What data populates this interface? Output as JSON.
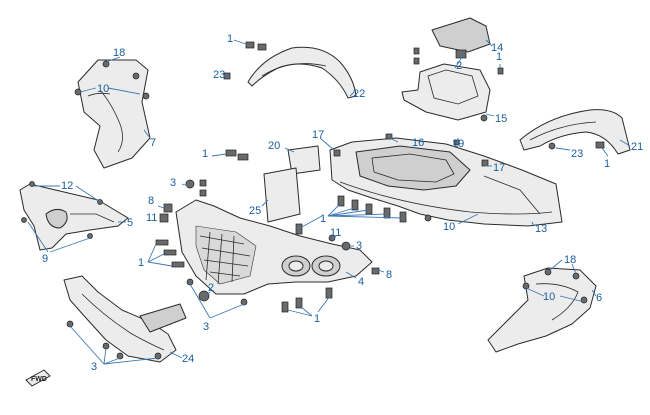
{
  "diagram": {
    "callouts": {
      "c1_top": "1",
      "c23_top": "23",
      "c22": "22",
      "c18_left": "18",
      "c10_left": "10",
      "c7": "7",
      "c2": "2",
      "c14": "14",
      "c1_rack": "1",
      "c15": "15",
      "c20": "20",
      "c17_a": "17",
      "c16": "16",
      "c19": "19",
      "c17_b": "17",
      "c21": "21",
      "c23_right": "23",
      "c1_right": "1",
      "c12": "12",
      "c5": "5",
      "c9": "9",
      "c1_mid": "1",
      "c3_a": "3",
      "c8_a": "8",
      "c11_a": "11",
      "c25": "25",
      "c1_center": "1",
      "c10_center": "10",
      "c13": "13",
      "c11_b": "11",
      "c3_b": "3",
      "c1_lower": "1",
      "c2_lower": "2",
      "c4": "4",
      "c8_b": "8",
      "c3_c": "3",
      "c1_bottom": "1",
      "c18_right": "18",
      "c10_right": "10",
      "c6": "6",
      "c24": "24",
      "c3_d": "3"
    },
    "fwd_label": "FWD",
    "leader_color": "#3c78b4",
    "label_color": "#1a5fa0"
  }
}
